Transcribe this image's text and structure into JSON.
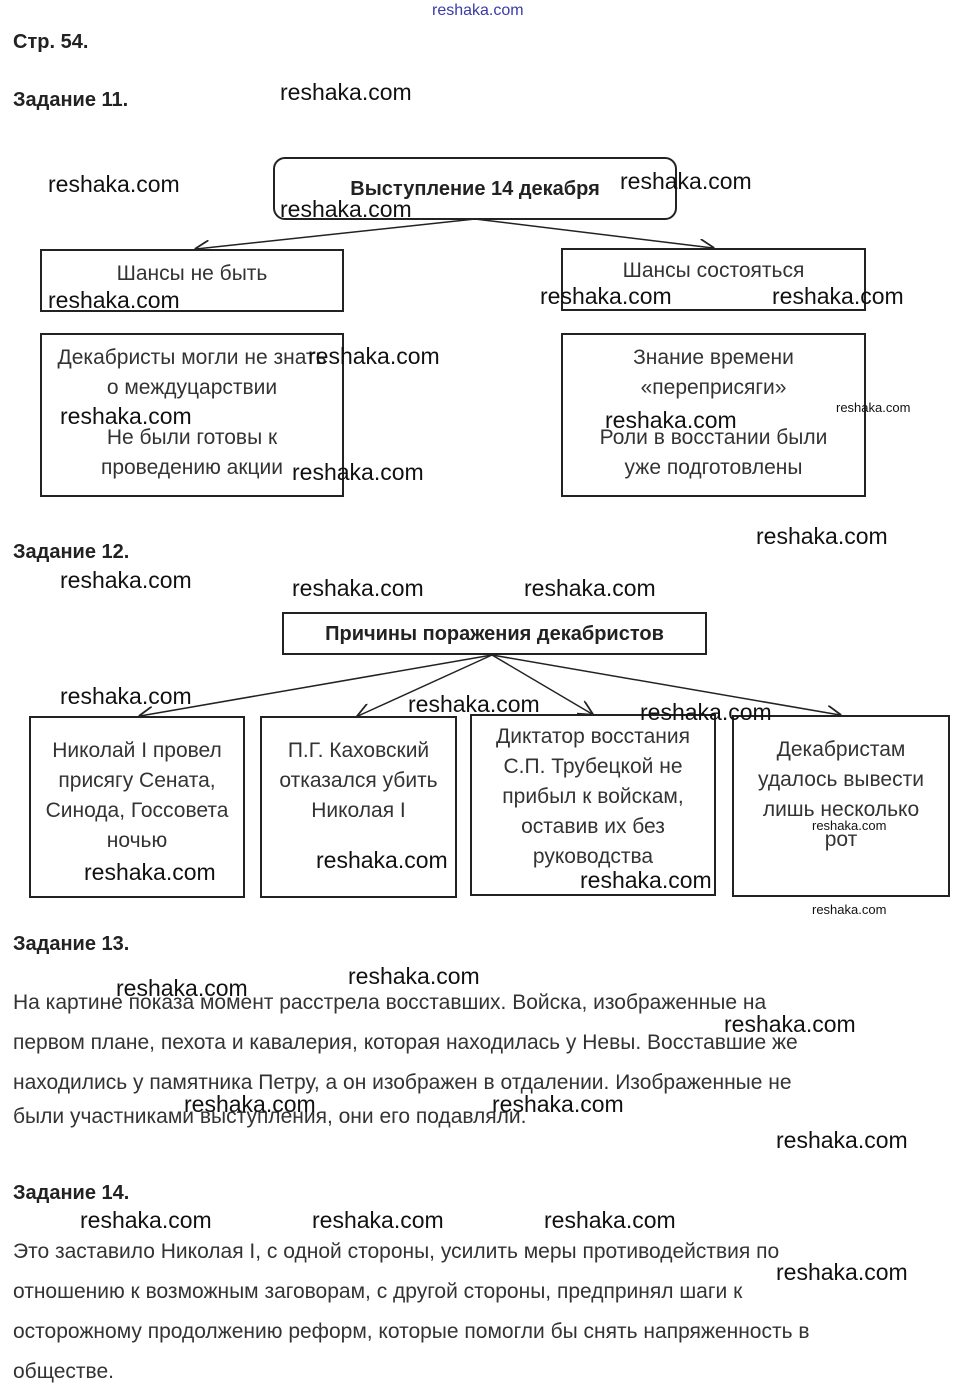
{
  "page_number": "Стр. 54.",
  "task11": {
    "heading": "Задание 11.",
    "top": "Выступление 14 декабря",
    "left_title": "Шансы не быть",
    "right_title": "Шансы состояться",
    "left_items": [
      "Декабристы могли не знать о междуцарствии",
      "Не были готовы к проведению акции"
    ],
    "right_items": [
      "Знание времени «переприсяги»",
      "Роли в восстании были уже подготовлены"
    ]
  },
  "task12": {
    "heading": "Задание 12.",
    "top": "Причины поражения декабристов",
    "causes": [
      "Николай I провел присягу Сената, Синода, Госсовета ночью",
      "П.Г. Каховский отказался убить Николая I",
      "Диктатор восстания С.П. Трубецкой не прибыл к войскам, оставив их без руководства",
      "Декабристам удалось вывести лишь несколько рот"
    ]
  },
  "task13": {
    "heading": "Задание 13.",
    "lines": [
      "На картине показа момент расстрела восставших. Войска, изображенные на",
      "первом плане, пехота и кавалерия, которая находилась у Невы. Восставшие же",
      "находились у памятника Петру, а он изображен в отдалении. Изображенные не",
      "были участниками выступления, они его подавляли."
    ]
  },
  "task14": {
    "heading": "Задание 14.",
    "lines": [
      "Это заставило Николая I, с одной стороны, усилить меры противодействия по",
      "отношению к возможным заговорам, с другой стороны, предпринял шаги к",
      "осторожному продолжению реформ, которые помогли бы снять напряженность в",
      "обществе."
    ]
  },
  "watermark": "reshaka.com"
}
